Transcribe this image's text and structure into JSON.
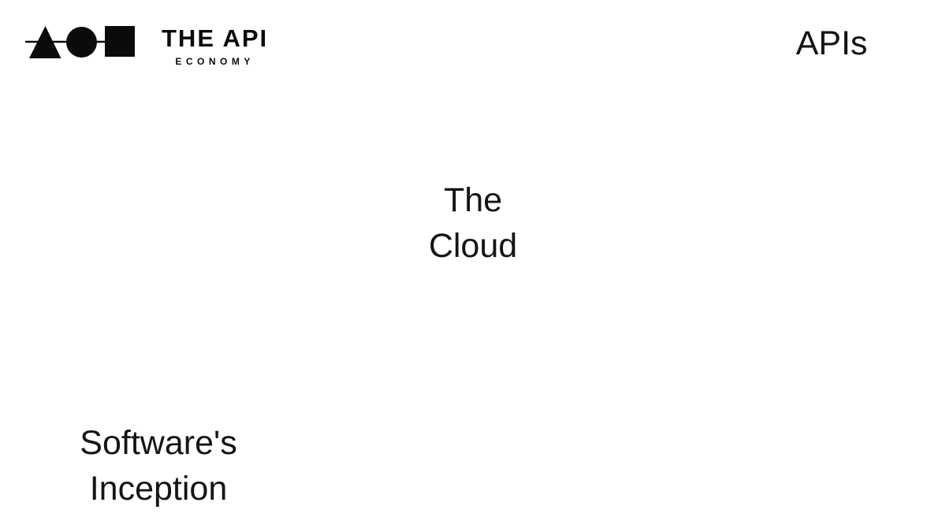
{
  "page": {
    "background_color": "#ffffff",
    "text_color": "#151515"
  },
  "brand": {
    "title": "THE API",
    "subtitle": "ECONOMY",
    "logo_color": "#0b0b0b",
    "logo_icons": [
      "triangle-icon",
      "circle-icon",
      "square-icon"
    ]
  },
  "topics": {
    "apis": {
      "label": "APIs"
    },
    "cloud": {
      "label": "The\nCloud"
    },
    "inception": {
      "label": "Software's\nInception"
    }
  }
}
